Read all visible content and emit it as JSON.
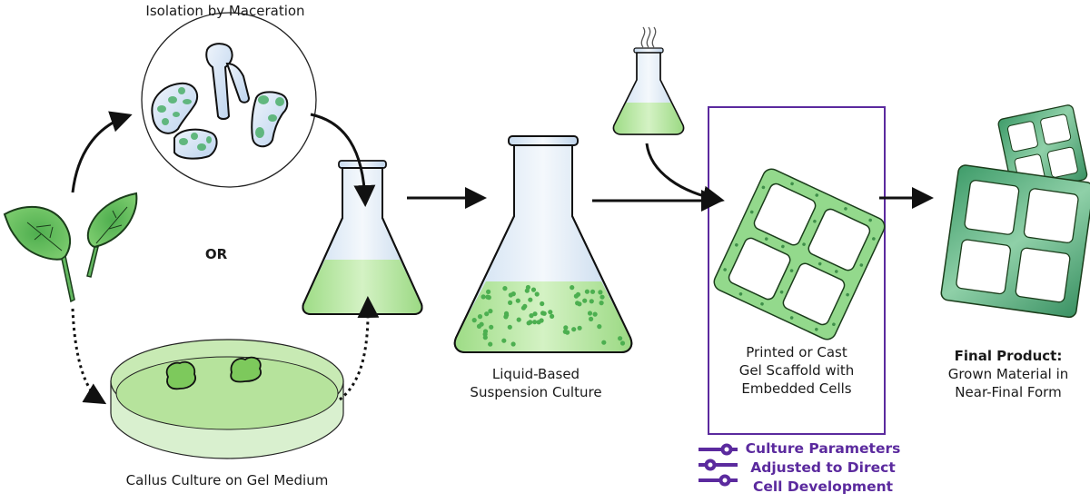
{
  "labels": {
    "maceration": "Isolation by Maceration",
    "or": "OR",
    "callus": "Callus Culture on Gel Medium",
    "suspension_line1": "Liquid-Based",
    "suspension_line2": "Suspension Culture",
    "scaffold_line1": "Printed or Cast",
    "scaffold_line2": "Gel Scaffold with",
    "scaffold_line3": "Embedded Cells",
    "final_title": "Final Product:",
    "final_line1": "Grown Material in",
    "final_line2": "Near-Final Form",
    "params_line1": "Culture Parameters",
    "params_line2": "Adjusted to Direct",
    "params_line3": "Cell Development"
  },
  "icons": {
    "leaves": "plant-leaves-icon",
    "cells": "macerated-cells-icon",
    "petri": "petri-dish-icon",
    "flask_small": "erlenmeyer-flask-icon",
    "flask_large": "suspension-flask-icon",
    "flask_heated": "heated-flask-icon",
    "scaffold": "gel-scaffold-icon",
    "final": "grown-material-icon",
    "sliders": "sliders-icon"
  },
  "colors": {
    "accent_purple": "#5b2a9e",
    "leaf_green": "#5cb85c",
    "medium_green": "#a6e38a",
    "glass_blue": "#d7e6f5",
    "final_green": "#3f9c6a"
  }
}
